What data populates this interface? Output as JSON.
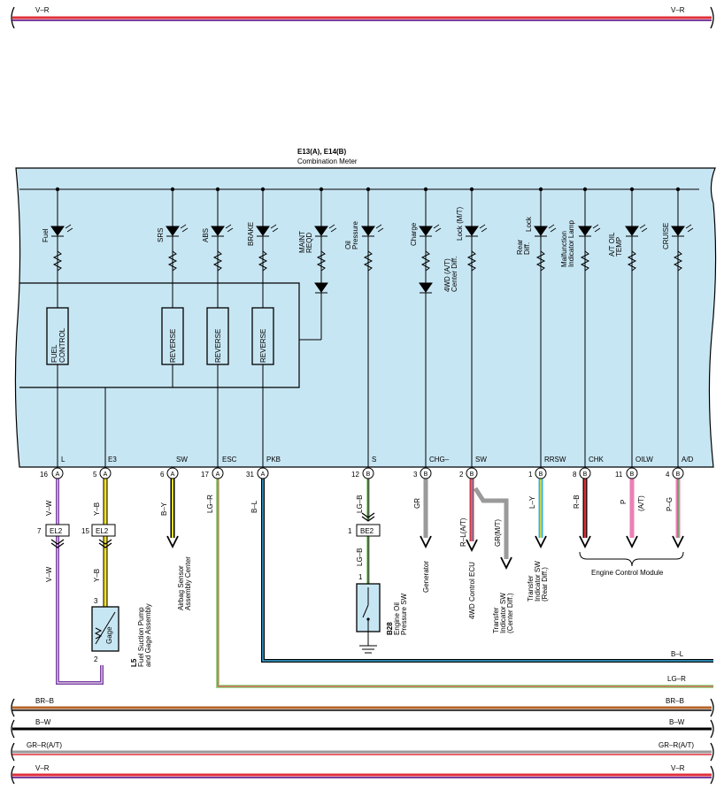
{
  "meter": {
    "title": "E13(A), E14(B)",
    "subtitle": "Combination Meter"
  },
  "indicators": [
    {
      "label": "Fuel"
    },
    {
      "label": "SRS"
    },
    {
      "label": "ABS"
    },
    {
      "label": "BRAKE"
    },
    {
      "label_1": "MAINT",
      "label_2": "REQD"
    },
    {
      "label_1": "Oil",
      "label_2": "Pressure"
    },
    {
      "label": "Charge"
    },
    {
      "label_1": "4WD (A/T)",
      "label_2": "Center Diff.",
      "label_3": "Lock (M/T)"
    },
    {
      "label_1": "Rear",
      "label_2": "Diff.",
      "label_3": "Lock"
    },
    {
      "label_1": "Malfunction",
      "label_2": "Indicator Lamp"
    },
    {
      "label_1": "A/T OIL",
      "label_2": "TEMP"
    },
    {
      "label": "CRUISE"
    }
  ],
  "blocks": {
    "fuel_control_1": "FUEL",
    "fuel_control_2": "CONTROL",
    "reverse": "REVERSE"
  },
  "terminals": [
    "L",
    "E3",
    "SW",
    "ESC",
    "PKB",
    "S",
    "CHG–",
    "SW",
    "RRSW",
    "CHK",
    "OILW",
    "A/D"
  ],
  "pins": [
    {
      "num": "16",
      "conn": "A"
    },
    {
      "num": "5",
      "conn": "A"
    },
    {
      "num": "6",
      "conn": "A"
    },
    {
      "num": "17",
      "conn": "A"
    },
    {
      "num": "31",
      "conn": "A"
    },
    {
      "num": "12",
      "conn": "B"
    },
    {
      "num": "3",
      "conn": "B"
    },
    {
      "num": "2",
      "conn": "B"
    },
    {
      "num": "1",
      "conn": "B"
    },
    {
      "num": "8",
      "conn": "B"
    },
    {
      "num": "11",
      "conn": "B"
    },
    {
      "num": "4",
      "conn": "B"
    }
  ],
  "wires": {
    "vw": "V–W",
    "yb": "Y–B",
    "by": "B–Y",
    "lgr": "LG–R",
    "bl": "B–L",
    "lgb": "LG–B",
    "gr": "GR",
    "rl_at": "R–L(A/T)",
    "gr_mt": "GR(M/T)",
    "ly": "L–Y",
    "rb": "R–B",
    "p": "P",
    "at": "(A/T)",
    "pg": "P–G"
  },
  "connectors": {
    "el2": "EL2",
    "el2_pin_left": "7",
    "el2_pin_right": "15",
    "be2": "BE2",
    "be2_pin": "1",
    "l5_pin_top": "3",
    "l5_pin_bottom": "2",
    "b28_pin": "1"
  },
  "components": {
    "gage": "Gage",
    "l5_id": "L5",
    "l5_name_1": "Fuel Suction Pump",
    "l5_name_2": "and Gage Assembly",
    "b28_id": "B28",
    "b28_name_1": "Engine Oil",
    "b28_name_2": "Pressure SW",
    "airbag_1": "Airbag Sensor",
    "airbag_2": "Assembly Center",
    "generator": "Generator",
    "ecu4wd": "4WD Control ECU",
    "transfer_center_1": "Transfer",
    "transfer_center_2": "Indicator SW",
    "transfer_center_3": "(Center Diff.)",
    "transfer_rear_1": "Transfer",
    "transfer_rear_2": "Indicator SW",
    "transfer_rear_3": "(Rear Diff.)",
    "ecm": "Engine Control Module"
  },
  "harness": {
    "top_vr_left": "V–R",
    "top_vr_right": "V–R",
    "bl_right": "B–L",
    "lgr_right": "LG–R",
    "brb_left": "BR–B",
    "brb_right": "BR–B",
    "bw_left": "B–W",
    "bw_right": "B–W",
    "grr_left": "GR–R(A/T)",
    "grr_right": "GR–R(A/T)",
    "vr_left": "V–R",
    "vr_right": "V–R"
  },
  "colors": {
    "meter_fill": "#c7e6f3",
    "violet": "#7b3fa0",
    "red": "#e0303a",
    "yellow": "#f0e020",
    "lightgreen": "#9bd88a",
    "blue": "#3aaee0",
    "gray": "#9a9a9a",
    "pink": "#ec7fb4",
    "brown": "#b5652a"
  }
}
